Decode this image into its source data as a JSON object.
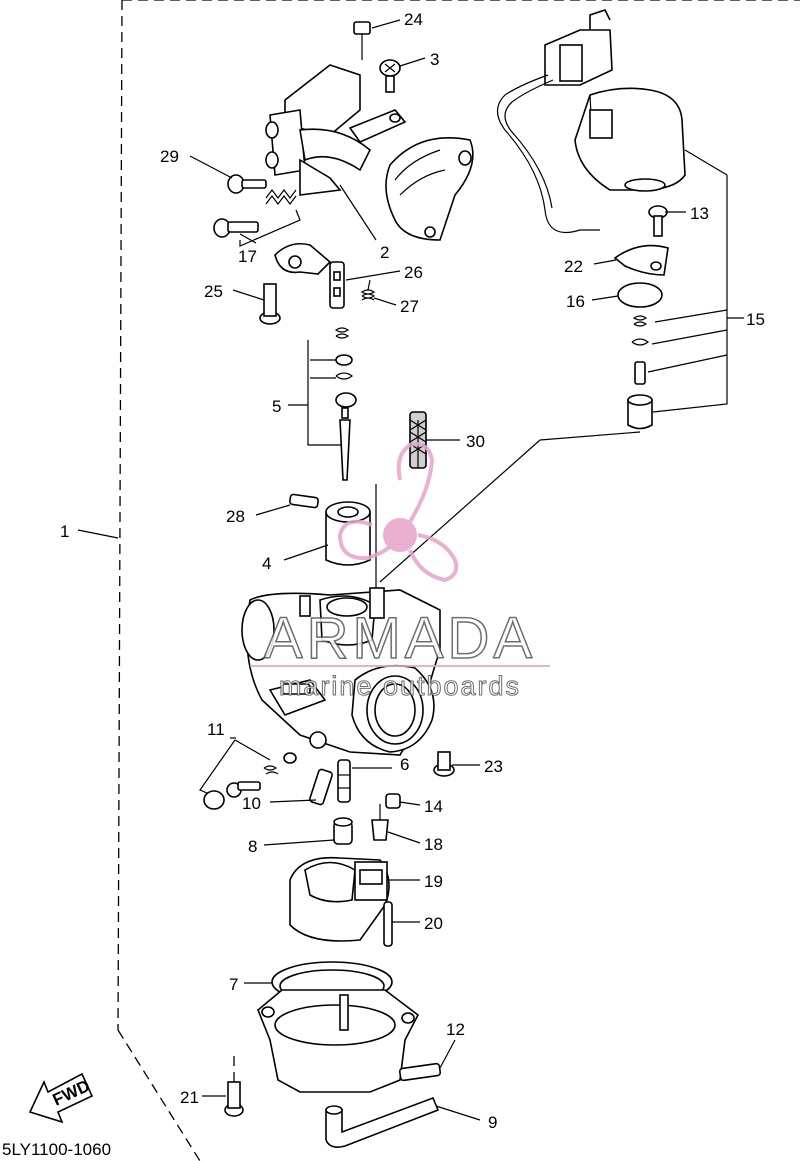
{
  "diagram": {
    "code": "5LY1100-1060",
    "direction_label": "FWD",
    "callouts": [
      {
        "id": "1",
        "label": "1"
      },
      {
        "id": "2",
        "label": "2"
      },
      {
        "id": "3",
        "label": "3"
      },
      {
        "id": "4",
        "label": "4"
      },
      {
        "id": "5",
        "label": "5"
      },
      {
        "id": "6",
        "label": "6"
      },
      {
        "id": "7",
        "label": "7"
      },
      {
        "id": "8",
        "label": "8"
      },
      {
        "id": "9",
        "label": "9"
      },
      {
        "id": "10",
        "label": "10"
      },
      {
        "id": "11",
        "label": "11"
      },
      {
        "id": "12",
        "label": "12"
      },
      {
        "id": "13",
        "label": "13"
      },
      {
        "id": "14",
        "label": "14"
      },
      {
        "id": "15",
        "label": "15"
      },
      {
        "id": "16",
        "label": "16"
      },
      {
        "id": "17",
        "label": "17"
      },
      {
        "id": "18",
        "label": "18"
      },
      {
        "id": "19",
        "label": "19"
      },
      {
        "id": "20",
        "label": "20"
      },
      {
        "id": "21",
        "label": "21"
      },
      {
        "id": "22",
        "label": "22"
      },
      {
        "id": "23",
        "label": "23"
      },
      {
        "id": "24",
        "label": "24"
      },
      {
        "id": "25",
        "label": "25"
      },
      {
        "id": "26",
        "label": "26"
      },
      {
        "id": "27",
        "label": "27"
      },
      {
        "id": "28",
        "label": "28"
      },
      {
        "id": "29",
        "label": "29"
      },
      {
        "id": "30",
        "label": "30"
      }
    ]
  },
  "watermark": {
    "brand": "ARMADA",
    "tagline": "marine outboards",
    "color": "#e8a3c8"
  }
}
